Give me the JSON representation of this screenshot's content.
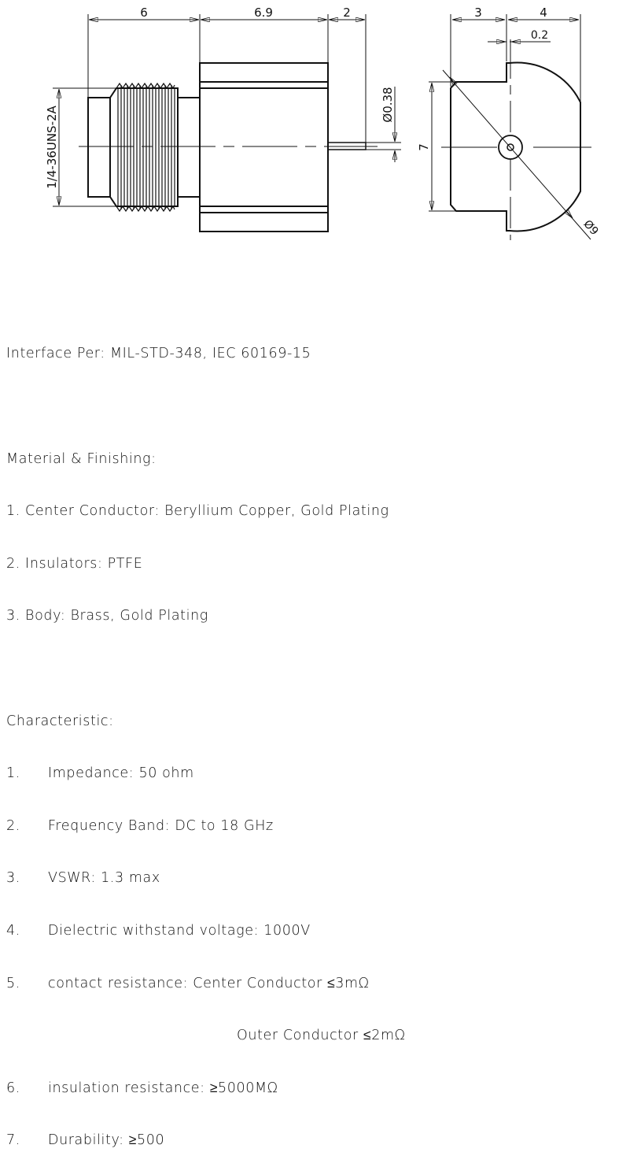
{
  "side_view": {
    "dims": {
      "thread_length": "6",
      "body_length": "6.9",
      "pin_length": "2",
      "pin_diameter": "Ø0.38",
      "thread_spec": "1/4-36UNS-2A"
    }
  },
  "front_view": {
    "dims": {
      "left_width": "3",
      "right_width": "4",
      "step_offset": "0.2",
      "height": "7",
      "diameter": "Ø9"
    }
  },
  "notes": {
    "interface": "Interface Per: MIL-STD-348, IEC 60169-15",
    "material_heading": "Material & Finishing:",
    "materials": [
      "1. Center Conductor: Beryllium Copper, Gold Plating",
      "2. Insulators: PTFE",
      "3. Body: Brass, Gold Plating"
    ],
    "characteristic_heading": "Characteristic:",
    "characteristics": [
      {
        "num": "1.",
        "text": "Impedance: 50 ohm"
      },
      {
        "num": "2.",
        "text": "Frequency Band: DC to 18 GHz"
      },
      {
        "num": "3.",
        "text": "VSWR: 1.3 max"
      },
      {
        "num": "4.",
        "text": "Dielectric withstand voltage: 1000V"
      },
      {
        "num": "5.",
        "text": "contact resistance: Center Conductor ≤3mΩ"
      },
      {
        "num": "",
        "text": "Outer Conductor ≤2mΩ"
      },
      {
        "num": "6.",
        "text": "insulation resistance: ≥5000MΩ"
      },
      {
        "num": "7.",
        "text": "Durability: ≥500"
      }
    ]
  }
}
